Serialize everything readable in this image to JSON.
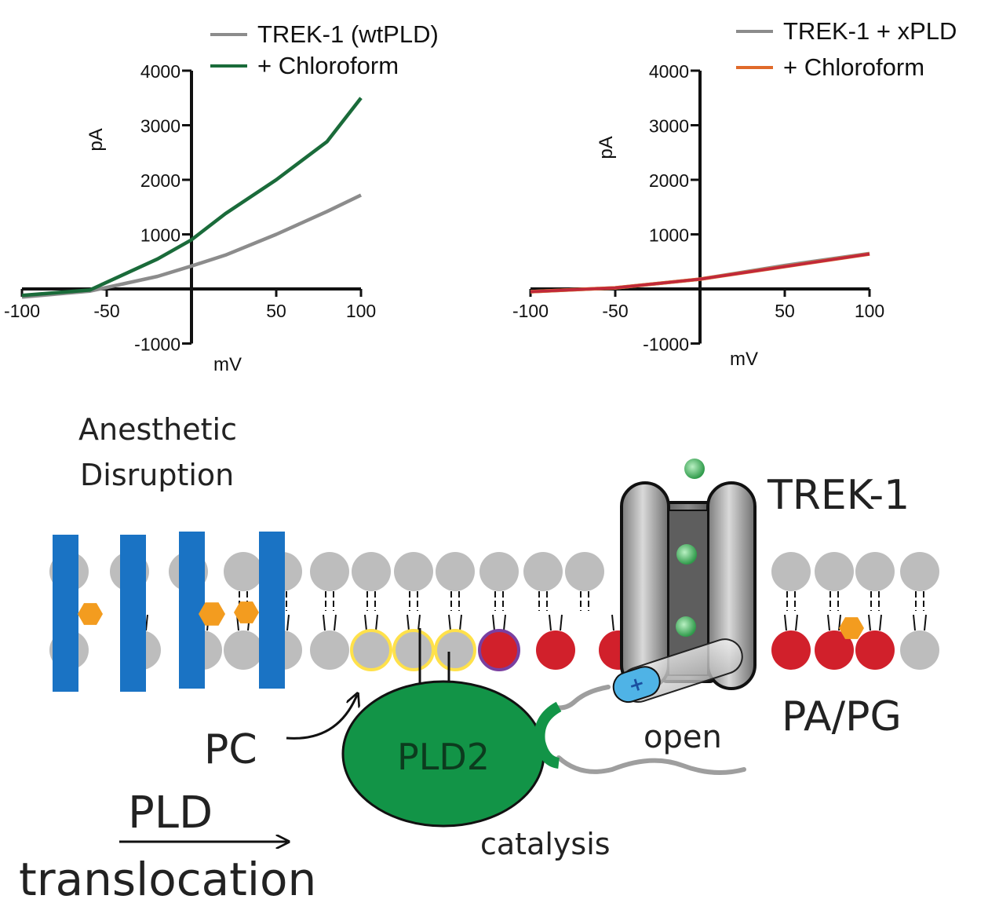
{
  "chart_data": [
    {
      "type": "line",
      "title": "",
      "xlabel": "mV",
      "ylabel": "pA",
      "xlim": [
        -100,
        100
      ],
      "ylim": [
        -1000,
        4000
      ],
      "x_ticks": [
        "-100",
        "-50",
        "50",
        "100"
      ],
      "y_ticks": [
        "-1000",
        "1000",
        "2000",
        "3000",
        "4000"
      ],
      "grid": false,
      "legend": "top",
      "series": [
        {
          "name": "TREK-1 (wtPLD)",
          "color": "#8c8c8c",
          "x": [
            -100,
            -60,
            -20,
            0,
            20,
            50,
            80,
            100
          ],
          "y": [
            -150,
            -40,
            230,
            420,
            620,
            1000,
            1420,
            1720
          ]
        },
        {
          "name": "+ Chloroform",
          "color": "#1a6b3a",
          "x": [
            -100,
            -60,
            -20,
            0,
            20,
            50,
            80,
            100
          ],
          "y": [
            -120,
            -20,
            550,
            900,
            1380,
            2000,
            2700,
            3500
          ]
        }
      ]
    },
    {
      "type": "line",
      "title": "",
      "xlabel": "mV",
      "ylabel": "pA",
      "xlim": [
        -100,
        100
      ],
      "ylim": [
        -1000,
        4000
      ],
      "x_ticks": [
        "-100",
        "-50",
        "50",
        "100"
      ],
      "y_ticks": [
        "-1000",
        "1000",
        "2000",
        "3000",
        "4000"
      ],
      "grid": false,
      "legend": "top-right",
      "series": [
        {
          "name": "TREK-1 + xPLD",
          "color": "#8c8c8c",
          "x": [
            -100,
            -50,
            0,
            50,
            100
          ],
          "y": [
            -50,
            20,
            180,
            430,
            650
          ]
        },
        {
          "name": "+ Chloroform",
          "color": "#e06a2a",
          "x": [
            -100,
            -50,
            0,
            50,
            100
          ],
          "y": [
            -50,
            20,
            180,
            410,
            640
          ]
        }
      ],
      "overlay_color": "#c0283a"
    }
  ],
  "diagram": {
    "labels": {
      "anesthetic_line1": "Anesthetic",
      "anesthetic_line2": "Disruption",
      "trek": "TREK-1",
      "papg": "PA/PG",
      "pc": "PC",
      "pld2": "PLD2",
      "open": "open",
      "catalysis": "catalysis",
      "pld": "PLD",
      "translocation": "translocation",
      "plus": "+"
    },
    "colors": {
      "lipid_grey": "#bdbdbd",
      "pa_red": "#d1202b",
      "pld2_green": "#129447",
      "blue_bar": "#1a73c4",
      "anesthetic_orange": "#f39c1f",
      "pc_ring": "#ffe14a",
      "pg_ring": "#7a3fa0",
      "trek_grey": "#a0a0a0",
      "ion_green": "#5fbf72",
      "helix_blue": "#4fb3e6"
    },
    "icons": [
      "lipid-head-icon",
      "anesthetic-molecule-icon",
      "trek-channel-icon",
      "ion-icon",
      "arrow-icon"
    ]
  }
}
